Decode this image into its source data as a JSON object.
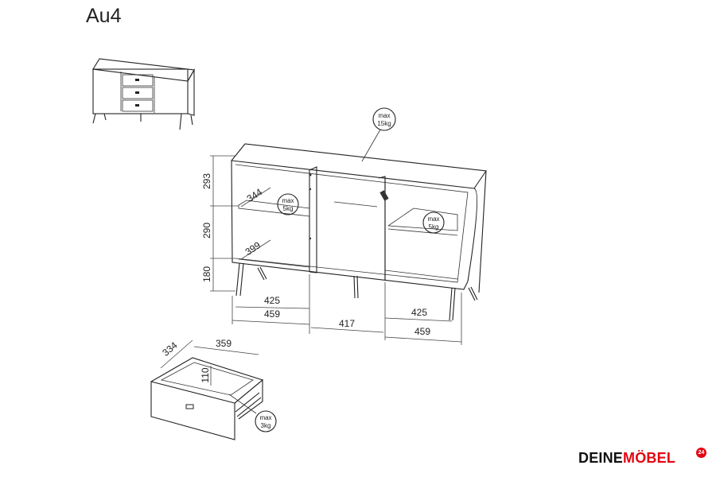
{
  "title": "Au4",
  "load_labels": {
    "top": [
      "max",
      "15kg"
    ],
    "left_shelf": [
      "max",
      "5kg"
    ],
    "right_shelf": [
      "max",
      "5kg"
    ],
    "drawer": [
      "max",
      "3kg"
    ]
  },
  "dimensions": {
    "h_top": "293",
    "h_mid": "290",
    "h_bottom": "180",
    "shelf_depth_upper": "344",
    "shelf_depth_lower": "399",
    "left_inner_width": "425",
    "left_outer_width": "459",
    "center_width": "417",
    "right_inner_width": "425",
    "right_outer_width": "459",
    "drawer_depth": "334",
    "drawer_width": "359",
    "drawer_height": "110"
  },
  "brand": {
    "part1": "DEINE",
    "part2": "MÖBEL",
    "badge": "24"
  },
  "colors": {
    "line": "#222222",
    "brand_red": "#e30613"
  }
}
